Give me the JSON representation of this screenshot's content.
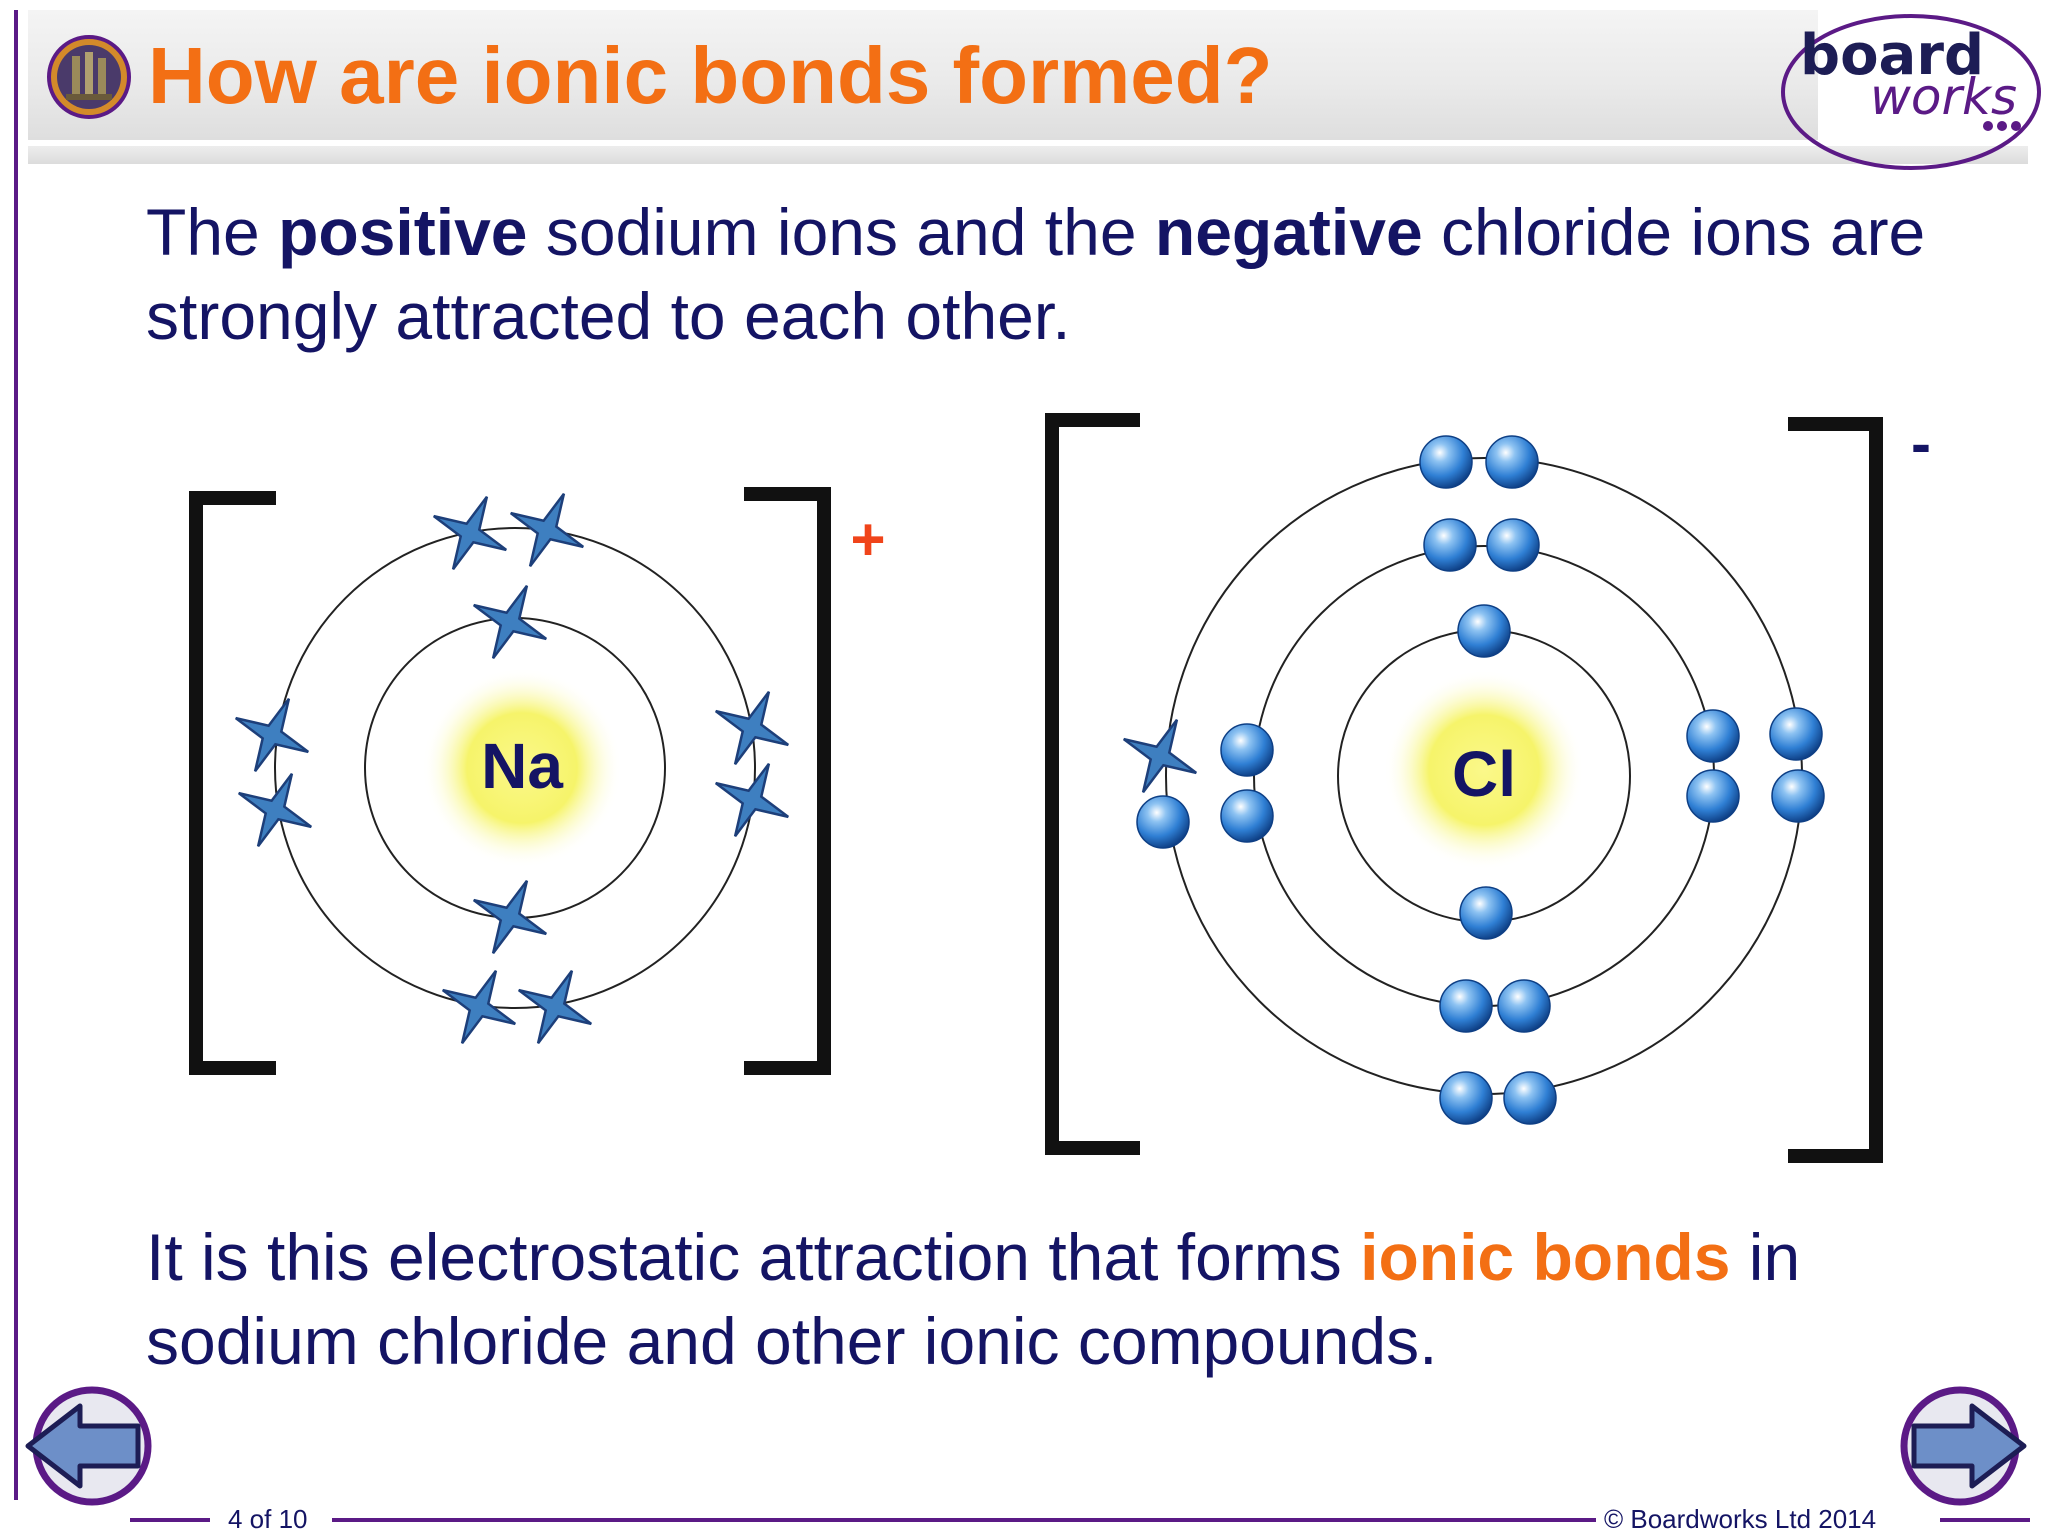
{
  "slide": {
    "title": "How are ionic bonds formed?",
    "logo": {
      "line1": "board",
      "line2": "works"
    },
    "top_text": {
      "t1": "The ",
      "b1": "positive",
      "t2": " sodium ions and the ",
      "b2": "negative",
      "t3": " chloride ions are strongly attracted to each other."
    },
    "bottom_text": {
      "t1": "It is this electrostatic attraction that forms ",
      "o1": "ionic bonds",
      "t2": " in sodium chloride and other ionic compounds."
    },
    "page_indicator": "4 of 10",
    "copyright": "© Boardworks Ltd 2014"
  },
  "diagram": {
    "sodium": {
      "symbol": "Na",
      "charge": "+"
    },
    "chloride": {
      "symbol": "Cl",
      "charge": "-"
    }
  },
  "colors": {
    "title": "#f36f14",
    "body_text": "#141464",
    "accent_purple": "#5b1a86",
    "charge_plus": "#f0441a",
    "charge_minus": "#141464",
    "electron_blue": "#2f7fd4",
    "nucleus_glow": "#f6f46a"
  }
}
